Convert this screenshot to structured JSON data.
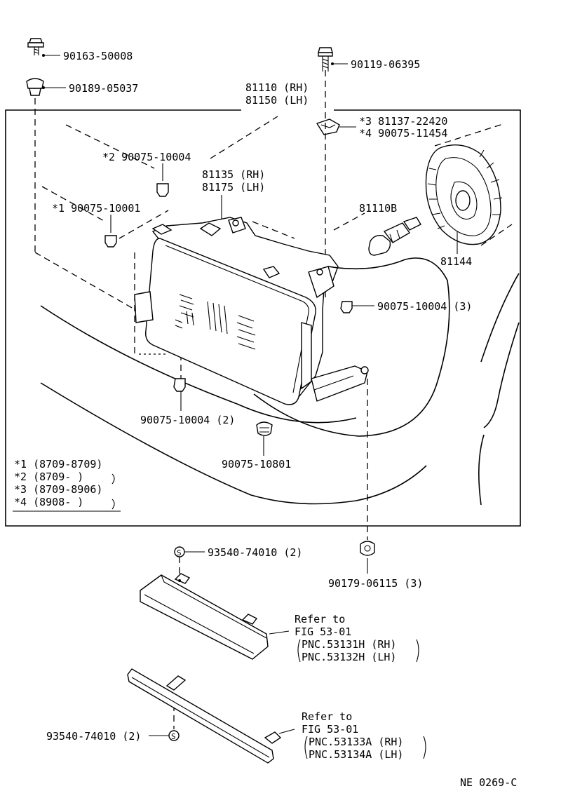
{
  "parts": {
    "p90163": "90163-50008",
    "p90189": "90189-05037",
    "p90119": "90119-06395",
    "p81110_rh": "81110 (RH)",
    "p81150_lh": "81150 (LH)",
    "p81137": "*3  81137-22420",
    "p90075_11454": "*4  90075-11454",
    "p90075_10004_s2": "*2  90075-10004",
    "p81135_rh": "81135 (RH)",
    "p81175_lh": "81175 (LH)",
    "p90075_10001_s1": "*1  90075-10001",
    "p81110b": "81110B",
    "p81144": "81144",
    "p90075_10004_3": "90075-10004 (3)",
    "p90075_10004_2": "90075-10004 (2)",
    "p90075_10801": "90075-10801",
    "p93540_top": "93540-74010 (2)",
    "p90179": "90179-06115 (3)",
    "p93540_bottom": "93540-74010 (2)"
  },
  "legend": {
    "row1": "*1  (8709-8709)",
    "row2": "*2  (8709-     )",
    "row3": "*3  (8709-8906)",
    "row4": "*4  (8908-     )"
  },
  "refs": {
    "upper": {
      "line1": "Refer to",
      "line2": "FIG 53-01",
      "line3": "PNC.53131H (RH)",
      "line4": "PNC.53132H (LH)"
    },
    "lower": {
      "line1": "Refer to",
      "line2": "FIG 53-01",
      "line3": "PNC.53133A (RH)",
      "line4": "PNC.53134A (LH)"
    }
  },
  "symbols": {
    "s_marker": "S"
  },
  "footer": {
    "code": "NE  0269-C"
  },
  "icons": [
    "bolt-icon",
    "clip-icon",
    "bulb-icon",
    "socket-cover-icon",
    "nut-icon",
    "headlamp-icon",
    "molding-icon"
  ]
}
